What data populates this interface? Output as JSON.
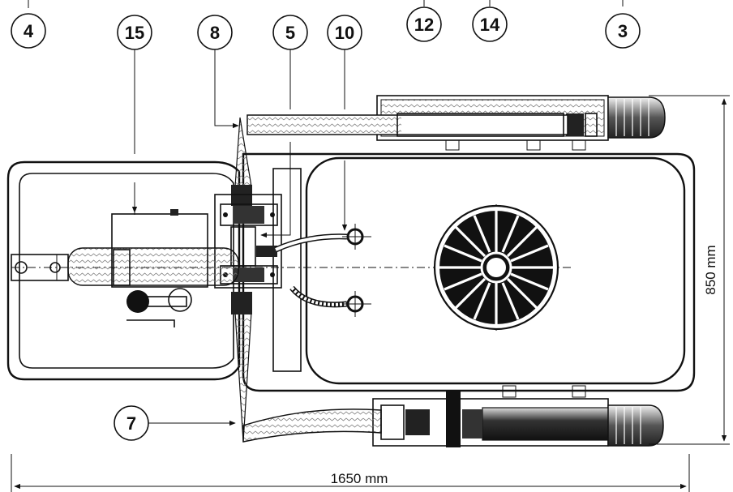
{
  "callouts": [
    {
      "id": "4",
      "label": "4"
    },
    {
      "id": "15",
      "label": "15"
    },
    {
      "id": "8",
      "label": "8"
    },
    {
      "id": "5",
      "label": "5"
    },
    {
      "id": "10",
      "label": "10"
    },
    {
      "id": "12",
      "label": "12"
    },
    {
      "id": "14",
      "label": "14"
    },
    {
      "id": "3",
      "label": "3"
    },
    {
      "id": "7",
      "label": "7"
    }
  ],
  "dimensions": {
    "width_label": "1650 mm",
    "height_label": "850 mm"
  },
  "colors": {
    "line": "#111111",
    "background": "#ffffff"
  }
}
